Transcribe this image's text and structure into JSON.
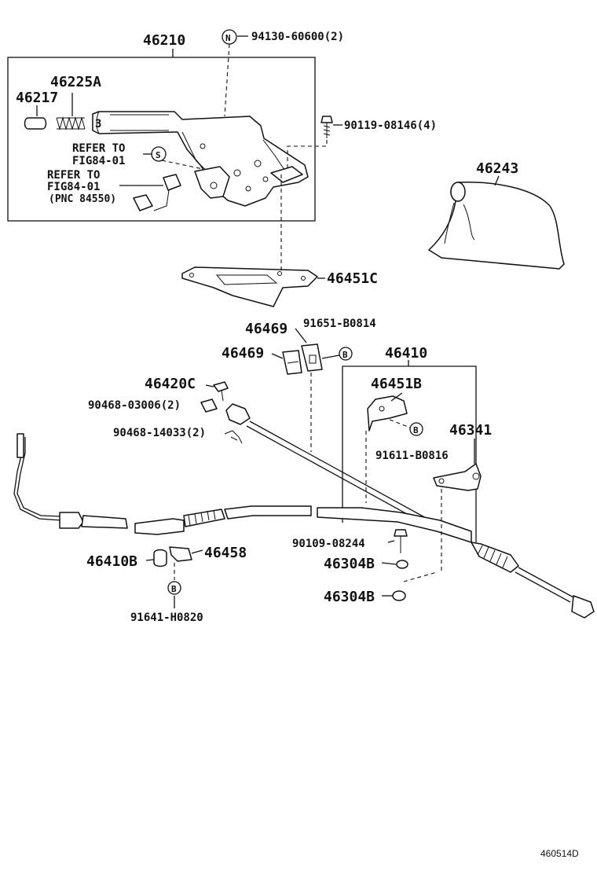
{
  "labels": {
    "p46210": "46210",
    "p94130": "94130-60600(2)",
    "p46225A": "46225A",
    "p46217": "46217",
    "p90119": "90119-08146(4)",
    "refer1a": "REFER TO",
    "refer1b": "FIG84-01",
    "refer2a": "REFER TO",
    "refer2b": "FIG84-01",
    "pnc": "(PNC 84550)",
    "p46243": "46243",
    "p46451C": "46451C",
    "p46469a": "46469",
    "p91651": "91651-B0814",
    "p46469b": "46469",
    "p46410": "46410",
    "p46420C": "46420C",
    "p46451B": "46451B",
    "p90468a": "90468-03006(2)",
    "p90468b": "90468-14033(2)",
    "p46341": "46341",
    "p91611": "91611-B0816",
    "p90109": "90109-08244",
    "p46410B": "46410B",
    "p46458": "46458",
    "p46304Ba": "46304B",
    "p46304Bb": "46304B",
    "p91641": "91641-H0820",
    "diagram_id": "460514D"
  },
  "markers": {
    "n": "N",
    "s": "S",
    "b1": "B",
    "b2": "B",
    "b3": "B"
  },
  "icons": [
    "parking-brake-lever",
    "boot-cover",
    "bracket",
    "cable",
    "clip",
    "bolt",
    "grommet",
    "equalizer"
  ]
}
